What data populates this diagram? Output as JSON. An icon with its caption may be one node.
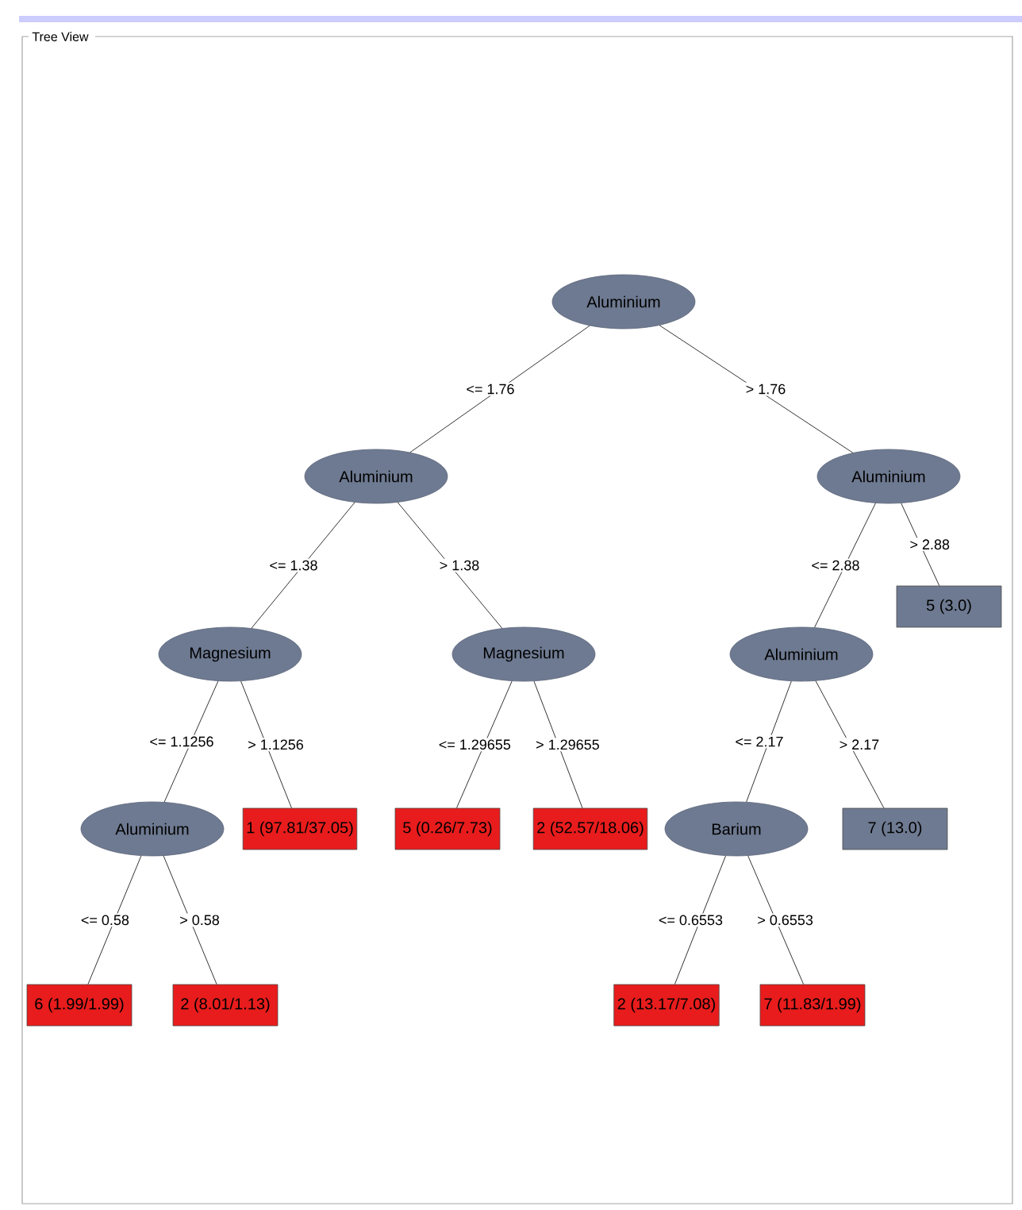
{
  "diagram": {
    "title": "Tree View",
    "nodes": [
      {
        "text": [
          "Aluminium"
        ]
      },
      {
        "text": [
          "Aluminium"
        ]
      },
      {
        "text": [
          "Aluminium"
        ]
      },
      {
        "text": [
          "Magnesium"
        ]
      },
      {
        "text": [
          "Magnesium"
        ]
      },
      {
        "text": [
          "Aluminium"
        ]
      },
      {
        "text": [
          "5 (3.0)"
        ]
      },
      {
        "text": [
          "Aluminium"
        ]
      },
      {
        "text": [
          "1 (97.81/37.05)"
        ]
      },
      {
        "text": [
          "5 (0.26/7.73)"
        ]
      },
      {
        "text": [
          "2 (52.57/18.06)"
        ]
      },
      {
        "text": [
          "Barium"
        ]
      },
      {
        "text": [
          "7 (13.0)"
        ]
      },
      {
        "text": [
          "6 (1.99/1.99)"
        ]
      },
      {
        "text": [
          "2 (8.01/1.13)"
        ]
      },
      {
        "text": [
          "2 (13.17/7.08)"
        ]
      },
      {
        "text": [
          "7 (11.83/1.99)"
        ]
      }
    ],
    "edges": [
      {
        "from": 0,
        "to": 1,
        "arrow": "none",
        "label": "<= 1.76"
      },
      {
        "from": 0,
        "to": 2,
        "arrow": "none",
        "label": "> 1.76"
      },
      {
        "from": 1,
        "to": 3,
        "arrow": "none",
        "label": "<= 1.38"
      },
      {
        "from": 1,
        "to": 4,
        "arrow": "none",
        "label": "> 1.38"
      },
      {
        "from": 2,
        "to": 5,
        "arrow": "none",
        "label": "<= 2.88"
      },
      {
        "from": 2,
        "to": 6,
        "arrow": "none",
        "label": "> 2.88"
      },
      {
        "from": 3,
        "to": 7,
        "arrow": "none",
        "label": "<= 1.1256"
      },
      {
        "from": 3,
        "to": 8,
        "arrow": "none",
        "label": "> 1.1256"
      },
      {
        "from": 4,
        "to": 9,
        "arrow": "none",
        "label": "<= 1.29655"
      },
      {
        "from": 4,
        "to": 10,
        "arrow": "none",
        "label": "> 1.29655"
      },
      {
        "from": 5,
        "to": 11,
        "arrow": "none",
        "label": "<= 2.17"
      },
      {
        "from": 5,
        "to": 12,
        "arrow": "none",
        "label": "> 2.17"
      },
      {
        "from": 7,
        "to": 13,
        "arrow": "none",
        "label": "<= 0.58"
      },
      {
        "from": 7,
        "to": 14,
        "arrow": "none",
        "label": "> 0.58"
      },
      {
        "from": 11,
        "to": 15,
        "arrow": "none",
        "label": "<= 0.6553"
      },
      {
        "from": 11,
        "to": 16,
        "arrow": "none",
        "label": "> 0.6553"
      }
    ]
  }
}
